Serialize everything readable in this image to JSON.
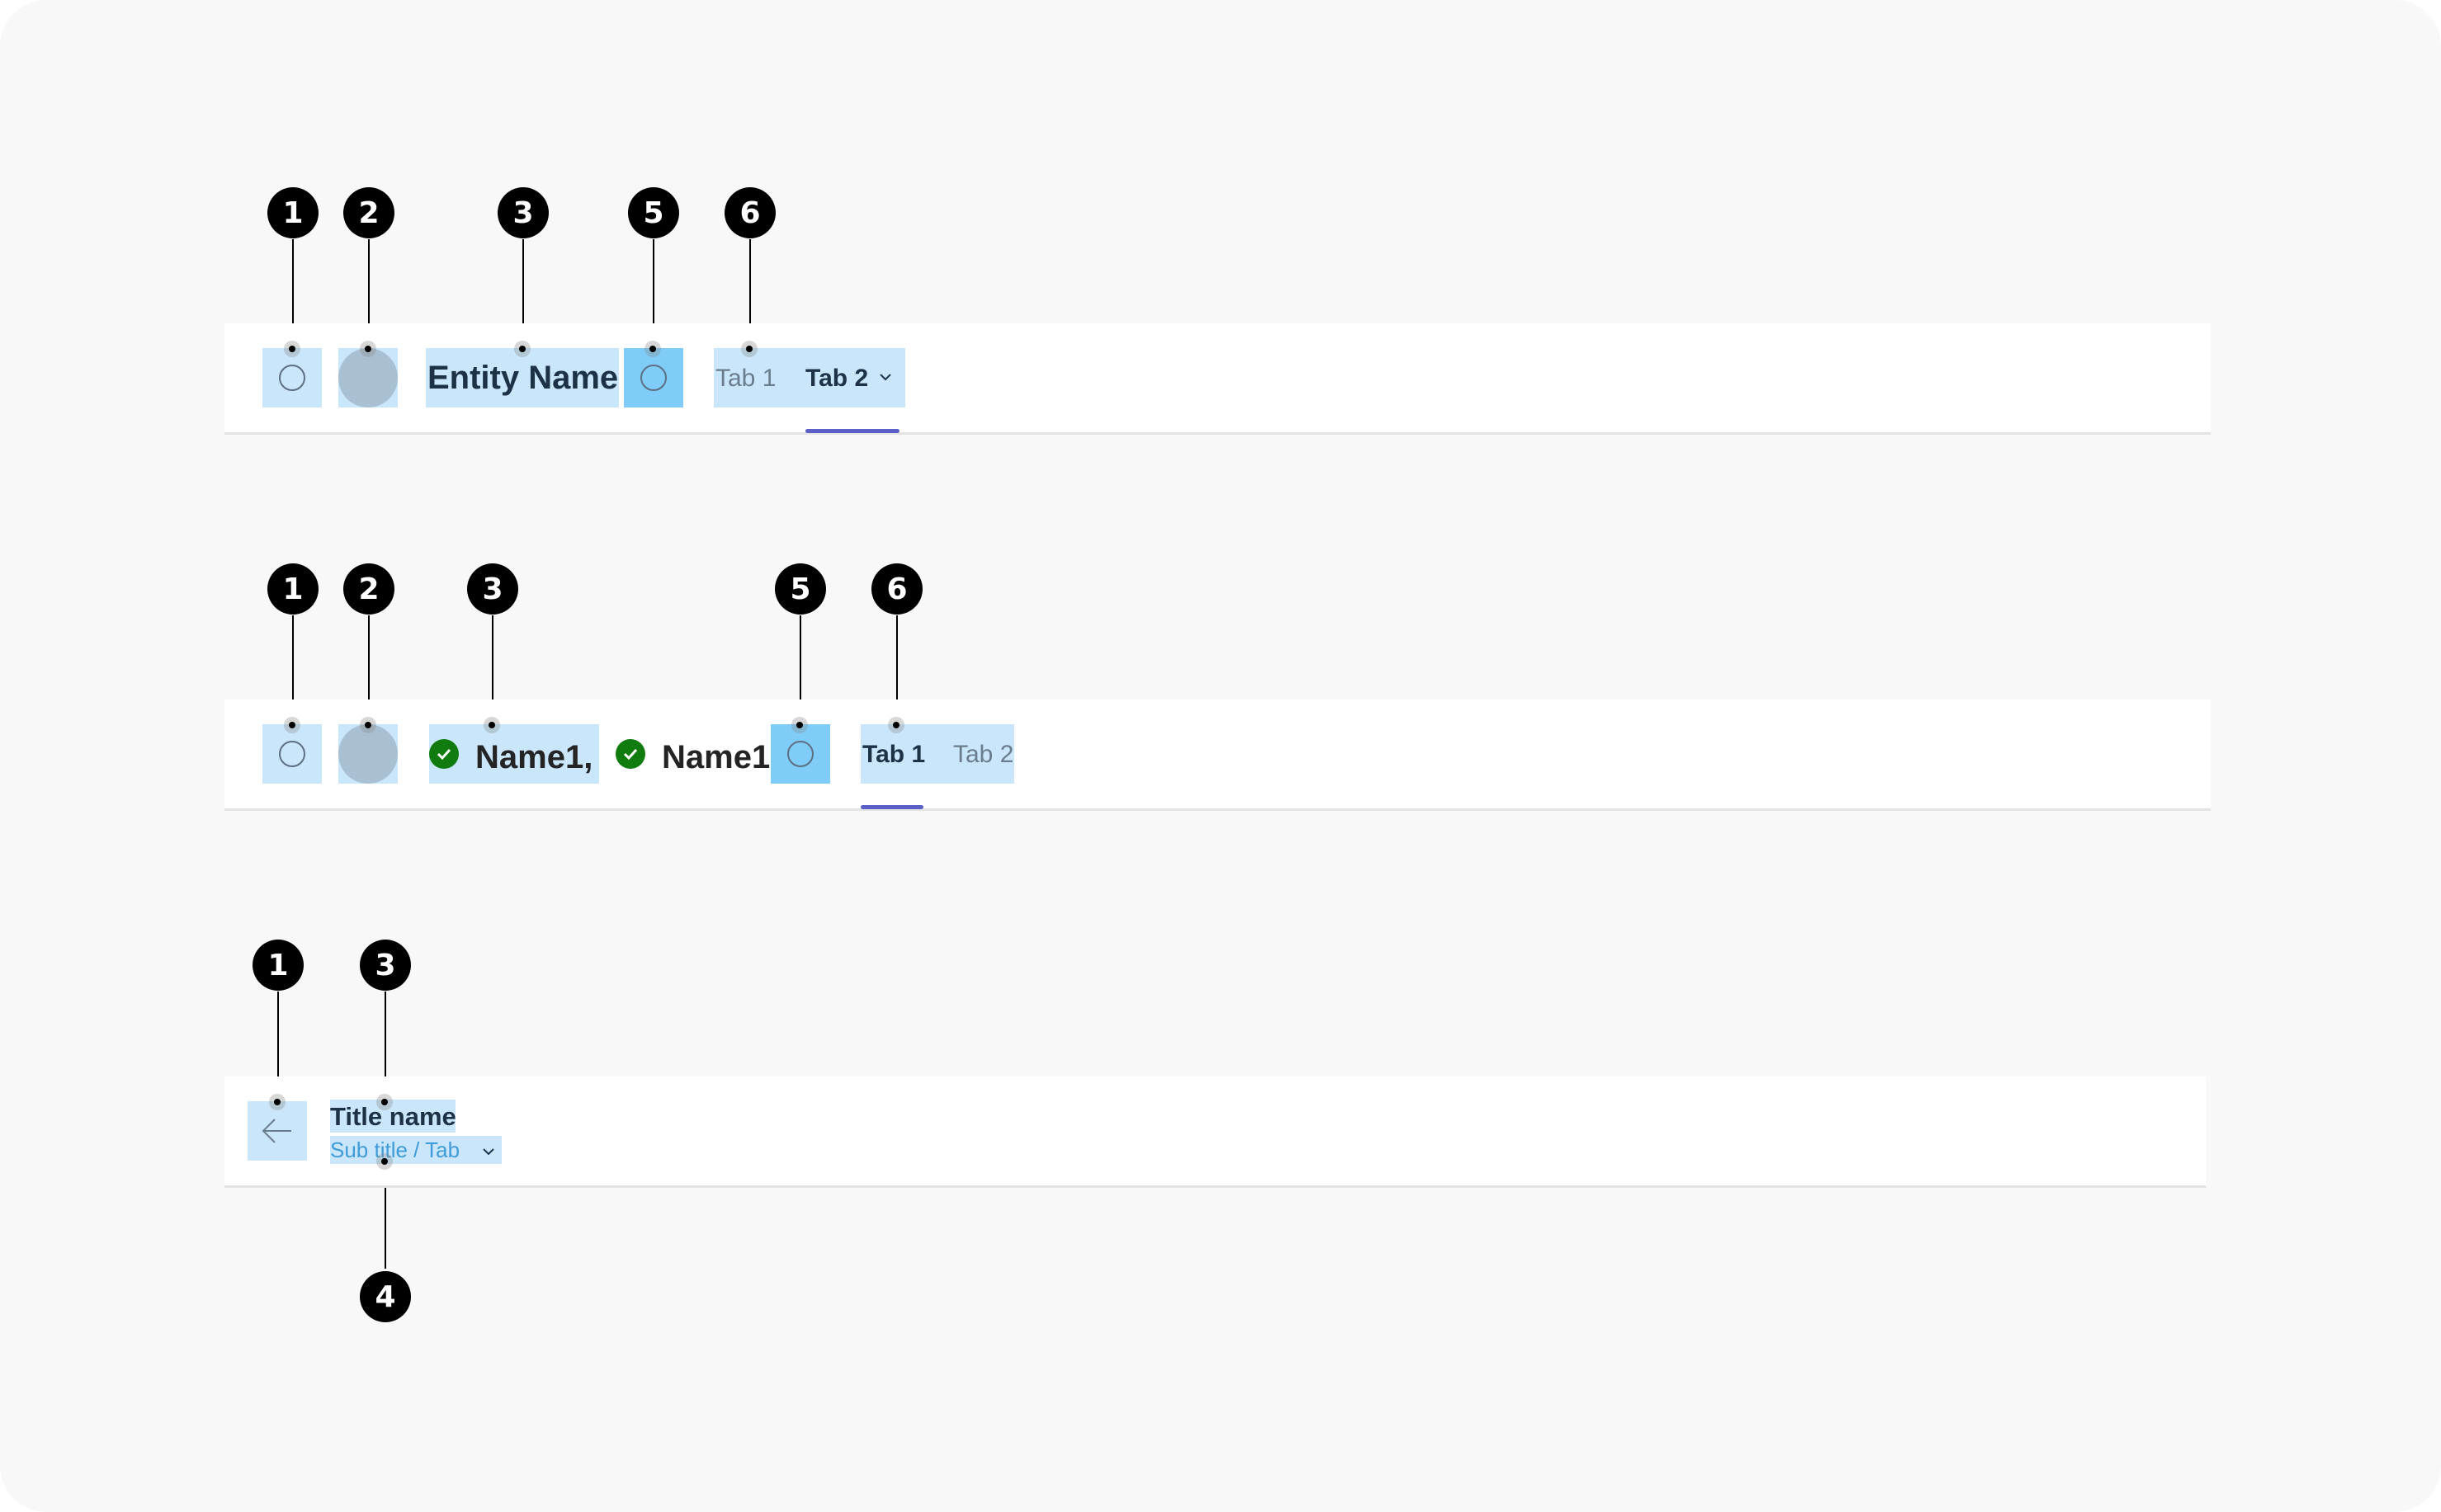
{
  "header_entity": {
    "title": "Entity Name",
    "tabs": [
      {
        "label": "Tab 1",
        "selected": false
      },
      {
        "label": "Tab 2",
        "selected": true,
        "has_dropdown": true
      }
    ],
    "callouts": [
      "1",
      "2",
      "3",
      "5",
      "6"
    ]
  },
  "header_people": {
    "names": [
      "Name1,",
      "Name1"
    ],
    "tabs": [
      {
        "label": "Tab 1",
        "selected": true
      },
      {
        "label": "Tab 2",
        "selected": false
      }
    ],
    "callouts": [
      "1",
      "2",
      "3",
      "5",
      "6"
    ]
  },
  "header_back": {
    "title": "Title name",
    "subtitle": "Sub title / Tab",
    "callouts": [
      "1",
      "3",
      "4"
    ]
  },
  "icons": {
    "leading": "circle-outline-icon",
    "avatar": "avatar-placeholder",
    "trailing": "circle-outline-icon",
    "presence": "available-check-icon",
    "back": "arrow-left-icon",
    "dropdown": "chevron-down-icon"
  },
  "colors": {
    "canvas": "#f8f8f8",
    "highlight": "#c9e6fb",
    "highlight_strong": "#7fccf9",
    "tab_indicator": "#5b5fc7",
    "presence_available": "#107c10",
    "callout": "#000000"
  }
}
